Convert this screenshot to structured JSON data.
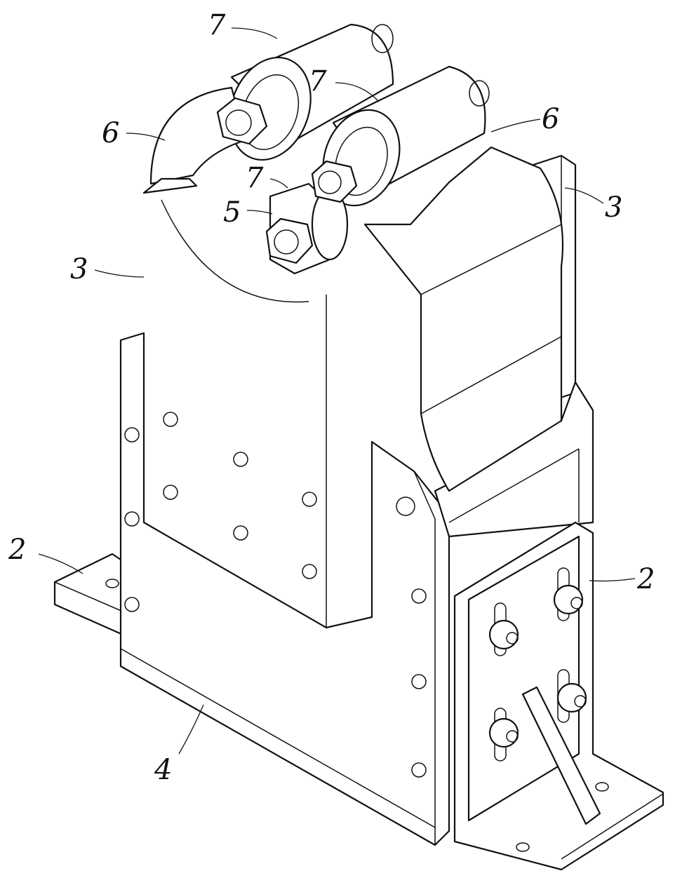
{
  "figure": {
    "labels": {
      "roller_top_left": "7",
      "roller_top_right": "7",
      "roller_small": "7",
      "arm_left": "6",
      "arm_right": "6",
      "shaft": "5",
      "plate_left": "3",
      "plate_right": "3",
      "base_left": "2",
      "base_right": "2",
      "housing": "4"
    },
    "colors": {
      "line": "#111111",
      "background": "#ffffff"
    }
  }
}
